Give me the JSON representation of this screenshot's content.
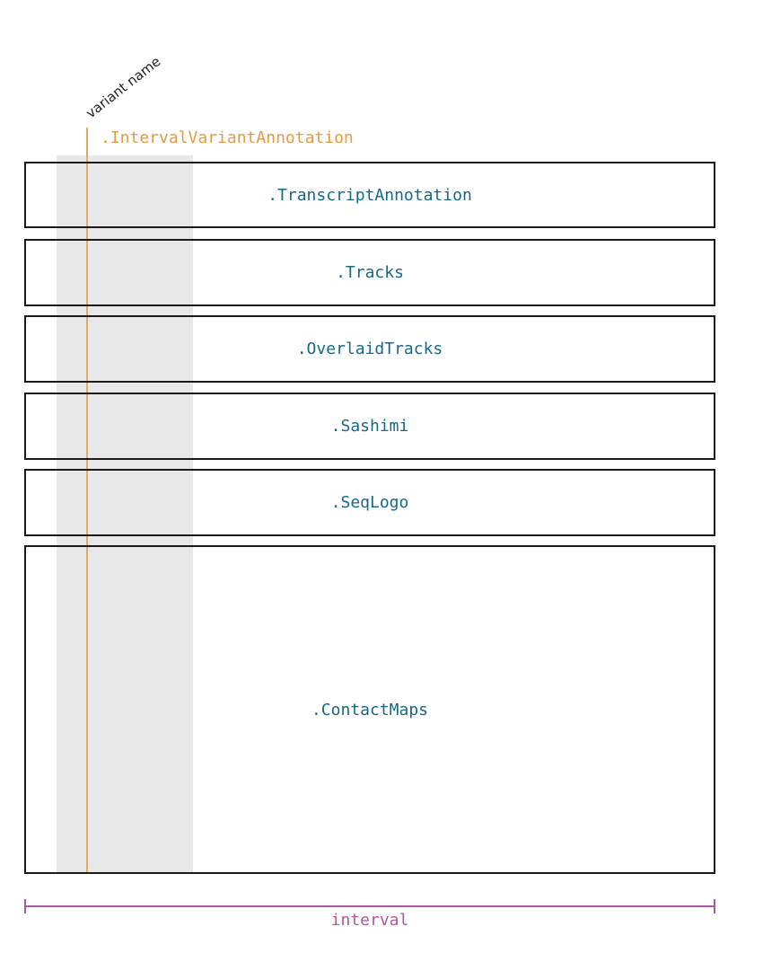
{
  "diagram": {
    "variant_name_label": "variant name",
    "annotation_label": ".IntervalVariantAnnotation",
    "interval_label": "interval",
    "panels": [
      {
        "label": ".TranscriptAnnotation"
      },
      {
        "label": ".Tracks"
      },
      {
        "label": ".OverlaidTracks"
      },
      {
        "label": ".Sashimi"
      },
      {
        "label": ".SeqLogo"
      },
      {
        "label": ".ContactMaps"
      }
    ],
    "colors": {
      "panel_label": "#17678a",
      "annotation": "#e39c44",
      "interval": "#b0589f",
      "variant_line": "#e2a96a",
      "highlight_band": "#e8e8e8",
      "panel_border": "#1a1a1a"
    }
  }
}
